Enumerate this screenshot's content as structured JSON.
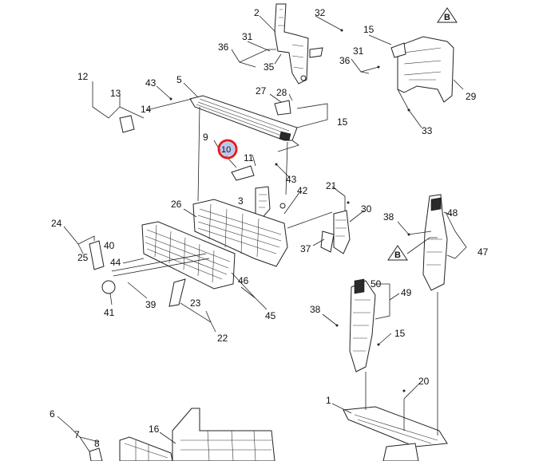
{
  "diagram": {
    "callouts": [
      "1",
      "2",
      "3",
      "5",
      "6",
      "7",
      "8",
      "9",
      "10",
      "11",
      "12",
      "13",
      "14",
      "15",
      "16",
      "20",
      "21",
      "22",
      "23",
      "24",
      "25",
      "26",
      "27",
      "28",
      "29",
      "30",
      "31",
      "32",
      "33",
      "35",
      "36",
      "37",
      "38",
      "39",
      "40",
      "41",
      "42",
      "43",
      "44",
      "45",
      "46",
      "47",
      "48",
      "49",
      "50"
    ],
    "reference_markers": [
      "B"
    ],
    "highlighted_callout": "10",
    "highlight_color": "#e02020"
  }
}
